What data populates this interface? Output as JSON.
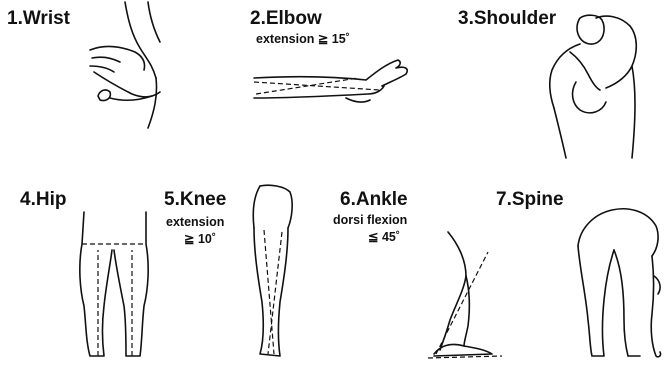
{
  "items": [
    {
      "title": "1.Wrist",
      "note": "",
      "figure": "wrist-figure"
    },
    {
      "title": "2.Elbow",
      "note": "extension ≧ 15˚",
      "figure": "elbow-figure"
    },
    {
      "title": "3.Shoulder",
      "note": "",
      "figure": "shoulder-figure"
    },
    {
      "title": "4.Hip",
      "note": "",
      "figure": "hip-figure"
    },
    {
      "title": "5.Knee",
      "note_line1": "extension",
      "note_line2": "≧ 10˚",
      "figure": "knee-figure"
    },
    {
      "title": "6.Ankle",
      "note_line1": "dorsi flexion",
      "note_line2": "≦ 45˚",
      "figure": "ankle-figure"
    },
    {
      "title": "7.Spine",
      "note": "",
      "figure": "spine-figure"
    }
  ]
}
